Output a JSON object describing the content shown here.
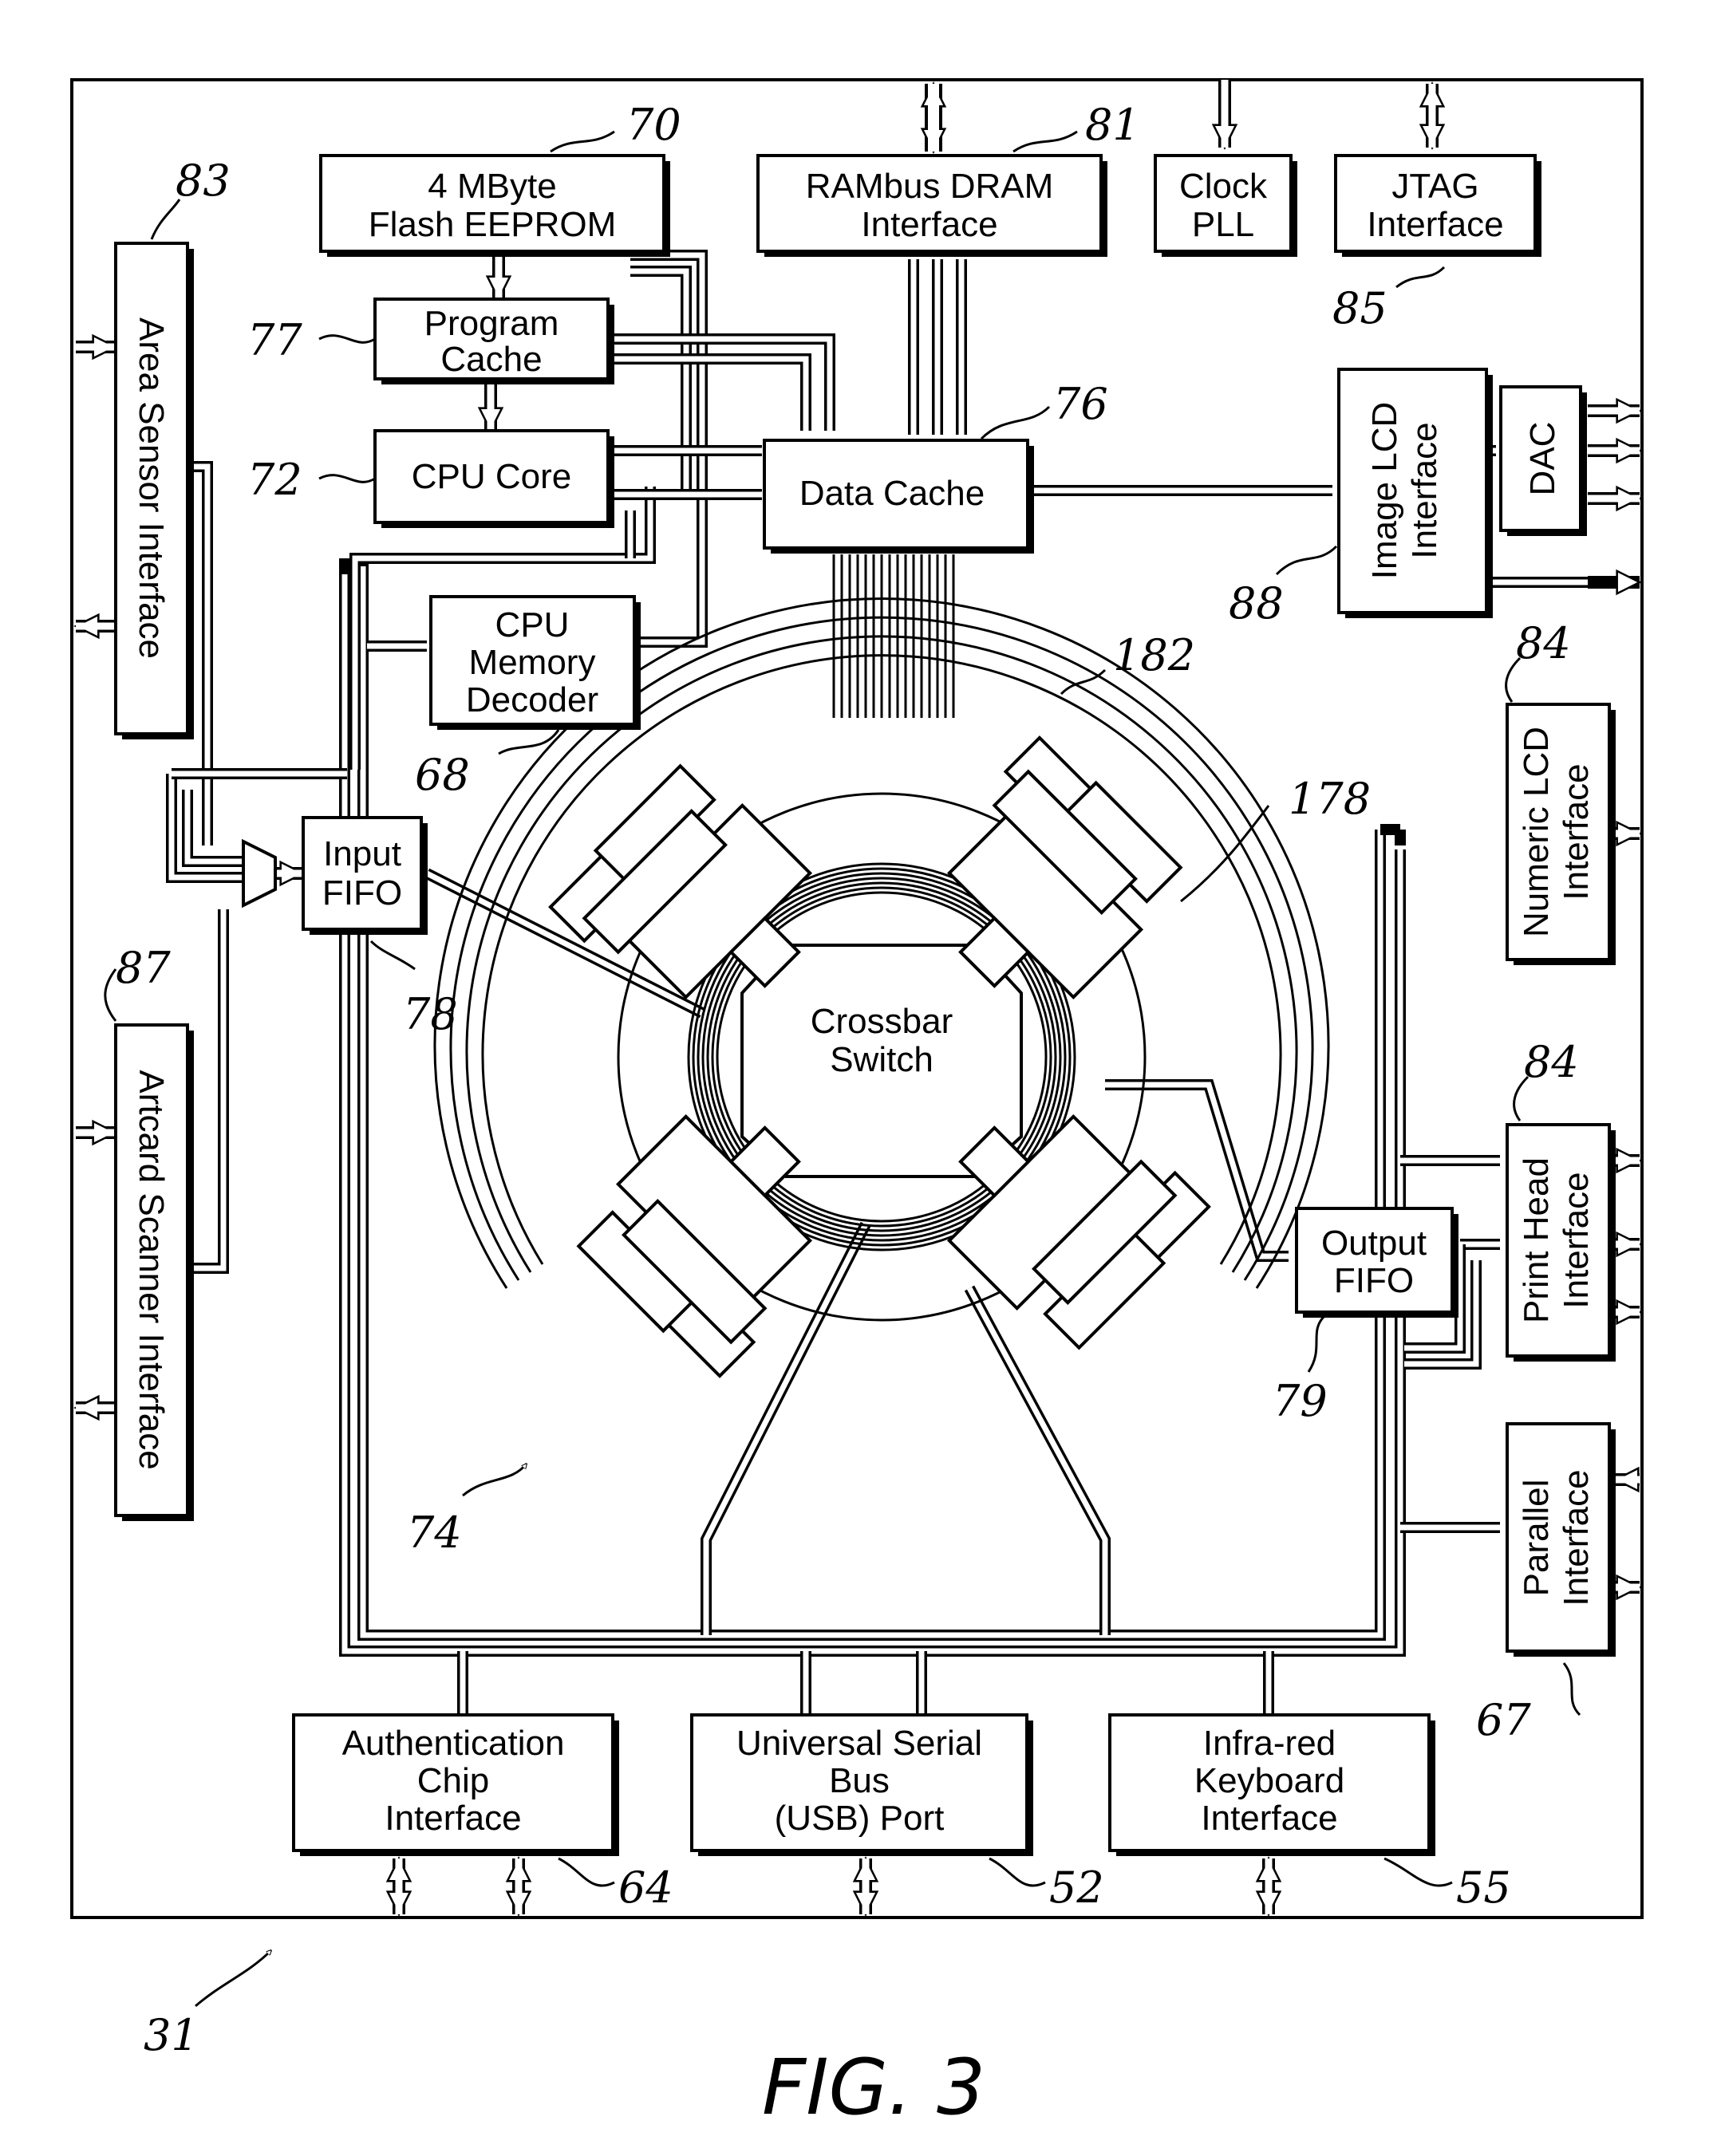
{
  "figure": {
    "caption": "FIG. 3",
    "overall_ref": "31",
    "bus_ref": "74"
  },
  "blocks": {
    "flash": {
      "lines": [
        "4 MByte",
        "Flash EEPROM"
      ],
      "ref": "70"
    },
    "rambus": {
      "lines": [
        "RAMbus DRAM",
        "Interface"
      ],
      "ref": "81"
    },
    "clock": {
      "lines": [
        "Clock",
        "PLL"
      ]
    },
    "jtag": {
      "lines": [
        "JTAG",
        "Interface"
      ],
      "ref": "85"
    },
    "program_cache": {
      "lines": [
        "Program",
        "Cache"
      ],
      "ref": "77"
    },
    "cpu_core": {
      "lines": [
        "CPU Core"
      ],
      "ref": "72"
    },
    "data_cache": {
      "lines": [
        "Data Cache"
      ],
      "ref": "76"
    },
    "image_lcd": {
      "lines": [
        "Image LCD",
        "Interface"
      ],
      "ref": "88"
    },
    "dac": {
      "lines": [
        "DAC"
      ]
    },
    "cpu_mem_decoder": {
      "lines": [
        "CPU",
        "Memory",
        "Decoder"
      ],
      "ref": "68"
    },
    "area_sensor": {
      "lines": [
        "Area Sensor Interface"
      ],
      "ref": "83"
    },
    "input_fifo": {
      "lines": [
        "Input",
        "FIFO"
      ],
      "ref": "78"
    },
    "artcard": {
      "lines": [
        "Artcard Scanner Interface"
      ],
      "ref": "87"
    },
    "crossbar": {
      "lines": [
        "Crossbar",
        "Switch"
      ],
      "ring_ref": "182",
      "unit_ref": "178"
    },
    "numeric_lcd": {
      "lines": [
        "Numeric LCD",
        "Interface"
      ],
      "ref": "84"
    },
    "print_head": {
      "lines": [
        "Print Head",
        "Interface"
      ],
      "ref": "84"
    },
    "output_fifo": {
      "lines": [
        "Output",
        "FIFO"
      ],
      "ref": "79"
    },
    "parallel": {
      "lines": [
        "Parallel",
        "Interface"
      ],
      "ref": "67"
    },
    "auth_chip": {
      "lines": [
        "Authentication",
        "Chip",
        "Interface"
      ],
      "ref": "64"
    },
    "usb": {
      "lines": [
        "Universal Serial",
        "Bus",
        "(USB) Port"
      ],
      "ref": "52"
    },
    "infrared": {
      "lines": [
        "Infra-red",
        "Keyboard",
        "Interface"
      ],
      "ref": "55"
    }
  }
}
